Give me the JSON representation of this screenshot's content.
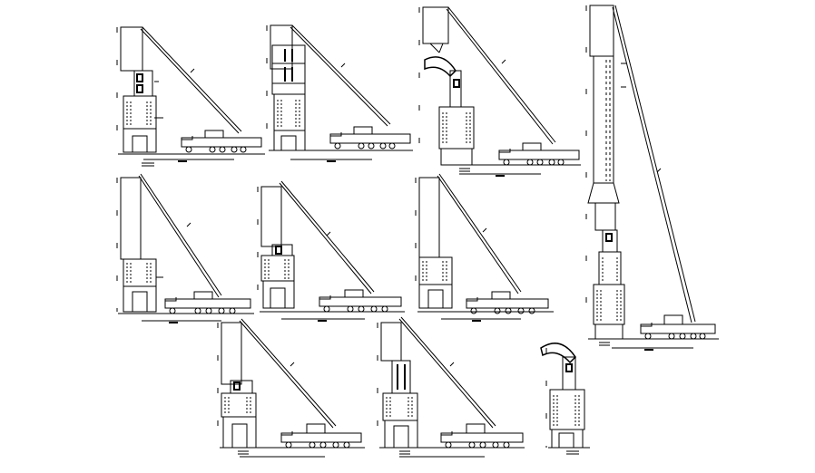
{
  "drawing": {
    "stroke_color": "#000000",
    "background": "#ffffff"
  },
  "panels": [
    {
      "id": "step-1",
      "variant": "tower",
      "boom": "short"
    },
    {
      "id": "step-2",
      "variant": "stack",
      "boom": "short"
    },
    {
      "id": "step-3",
      "variant": "hood",
      "boom": "short"
    },
    {
      "id": "step-4",
      "variant": "base",
      "boom": "short"
    },
    {
      "id": "step-5",
      "variant": "block",
      "boom": "short"
    },
    {
      "id": "step-6",
      "variant": "base",
      "boom": "short"
    },
    {
      "id": "step-7",
      "variant": "tall",
      "boom": "long"
    },
    {
      "id": "step-8",
      "variant": "base",
      "boom": "short"
    },
    {
      "id": "step-9",
      "variant": "stack",
      "boom": "short"
    },
    {
      "id": "step-10",
      "variant": "hood",
      "boom": "none"
    }
  ]
}
